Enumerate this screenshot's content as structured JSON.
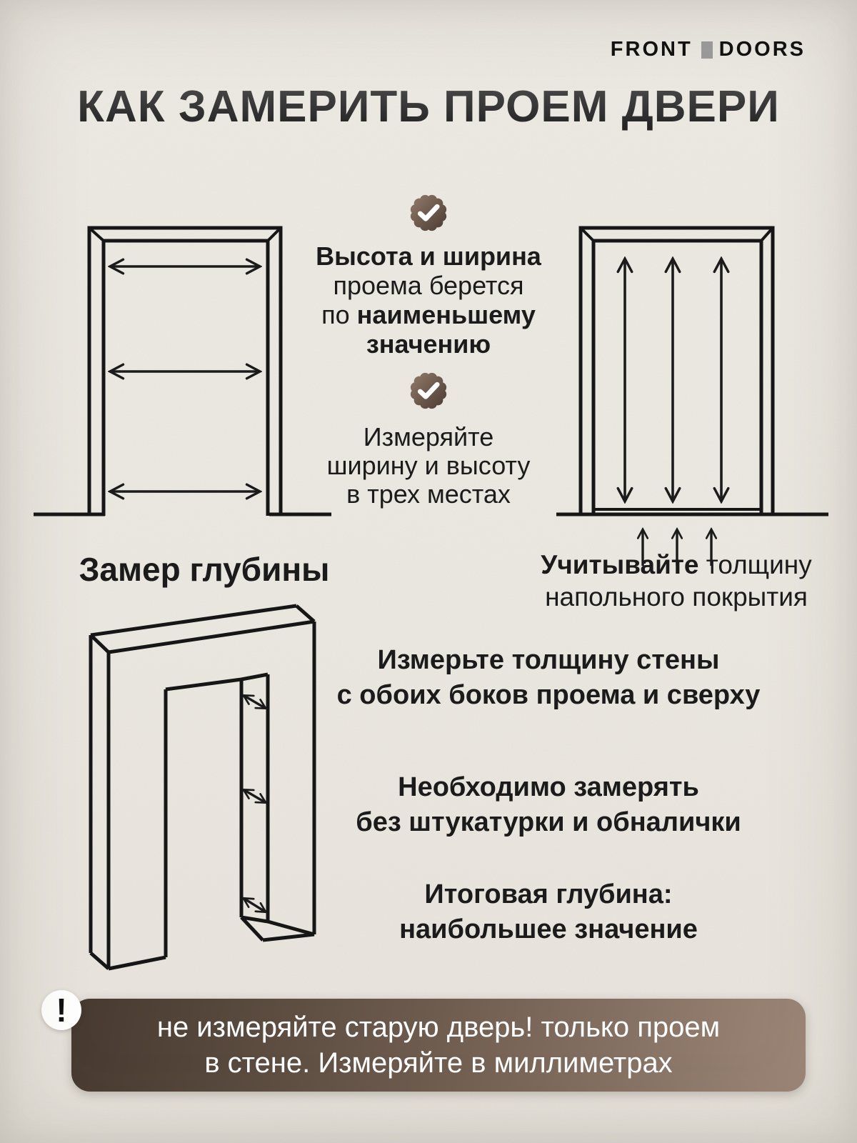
{
  "colors": {
    "bg": "#edeae3",
    "ink": "#1b1b1b",
    "line": "#161616",
    "title": "#383838",
    "badge_light": "#927b6a",
    "badge_dark": "#4a3a31",
    "banner_dark": "#46392f",
    "banner_mid": "#6d5b4e",
    "banner_light": "#9d8778",
    "banner_text": "#ffffff",
    "logo_text": "#101010",
    "logo_block": "#9b9b9b"
  },
  "logo": {
    "front": "FRONT",
    "doors": "DOORS"
  },
  "title": "КАК ЗАМЕРИТЬ ПРОЕМ ДВЕРИ",
  "tip1": {
    "line1": "Высота и ширина",
    "line2": "проема берется",
    "line3_normal": "по ",
    "line3_bold": "наименьшему",
    "line4": "значению"
  },
  "tip2": {
    "line1": "Измеряйте",
    "line2": "ширину и высоту",
    "line3": "в трех местах"
  },
  "floor_note": {
    "bold": "Учитывайте",
    "rest": " толщину",
    "line2": "напольного покрытия"
  },
  "depth": {
    "heading": "Замер глубины",
    "point1_line1": "Измерьте толщину стены",
    "point1_line2": "с обоих боков проема и сверху",
    "point2_line1": "Необходимо замерять",
    "point2_line2": "без штукатурки и обналички",
    "point3_line1": "Итоговая глубина:",
    "point3_line2": "наибольшее значение"
  },
  "warning": {
    "icon": "!",
    "line1": "не измеряйте старую дверь! только проем",
    "line2": "в стене. Измеряйте в миллиметрах"
  },
  "icons": {
    "badge": "check-badge-icon",
    "warning": "exclamation-icon",
    "width_arrows": "double-arrow-horizontal",
    "height_arrows": "double-arrow-vertical",
    "floor_arrows": "up-arrows",
    "depth_arrows": "double-arrow-diagonal"
  }
}
